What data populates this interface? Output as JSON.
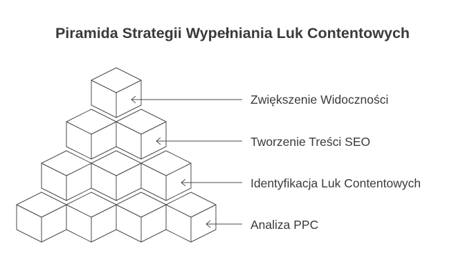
{
  "title": "Piramida Strategii Wypełniania Luk Contentowych",
  "levels": [
    {
      "label": "Zwiększenie Widoczności",
      "cubes": 1
    },
    {
      "label": "Tworzenie Treści SEO",
      "cubes": 2
    },
    {
      "label": "Identyfikacja Luk Contentowych",
      "cubes": 3
    },
    {
      "label": "Analiza PPC",
      "cubes": 4
    }
  ],
  "colors": {
    "stroke": "#4a4a4a",
    "text": "#3a3a3a",
    "background": "#ffffff"
  }
}
